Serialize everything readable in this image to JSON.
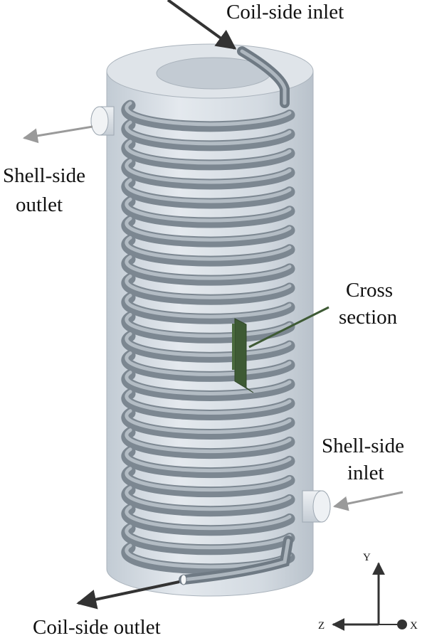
{
  "labels": {
    "coil_inlet": "Coil-side inlet",
    "shell_outlet_line1": "Shell-side",
    "shell_outlet_line2": "outlet",
    "cross_section_line1": "Cross",
    "cross_section_line2": "section",
    "shell_inlet_line1": "Shell-side",
    "shell_inlet_line2": "inlet",
    "coil_outlet": "Coil-side outlet"
  },
  "axes": {
    "y": "Y",
    "z": "Z",
    "x": "X"
  },
  "coil": {
    "turns": 24
  },
  "colors": {
    "shell_fill": "#d6dde4",
    "shell_top": "#c8d0d8",
    "coil_tube": "#7c8791",
    "coil_highlight": "#b3bcc4",
    "cross_section": "#3e5a34",
    "arrow_dark": "#333333",
    "arrow_light": "#9a9a9a"
  }
}
